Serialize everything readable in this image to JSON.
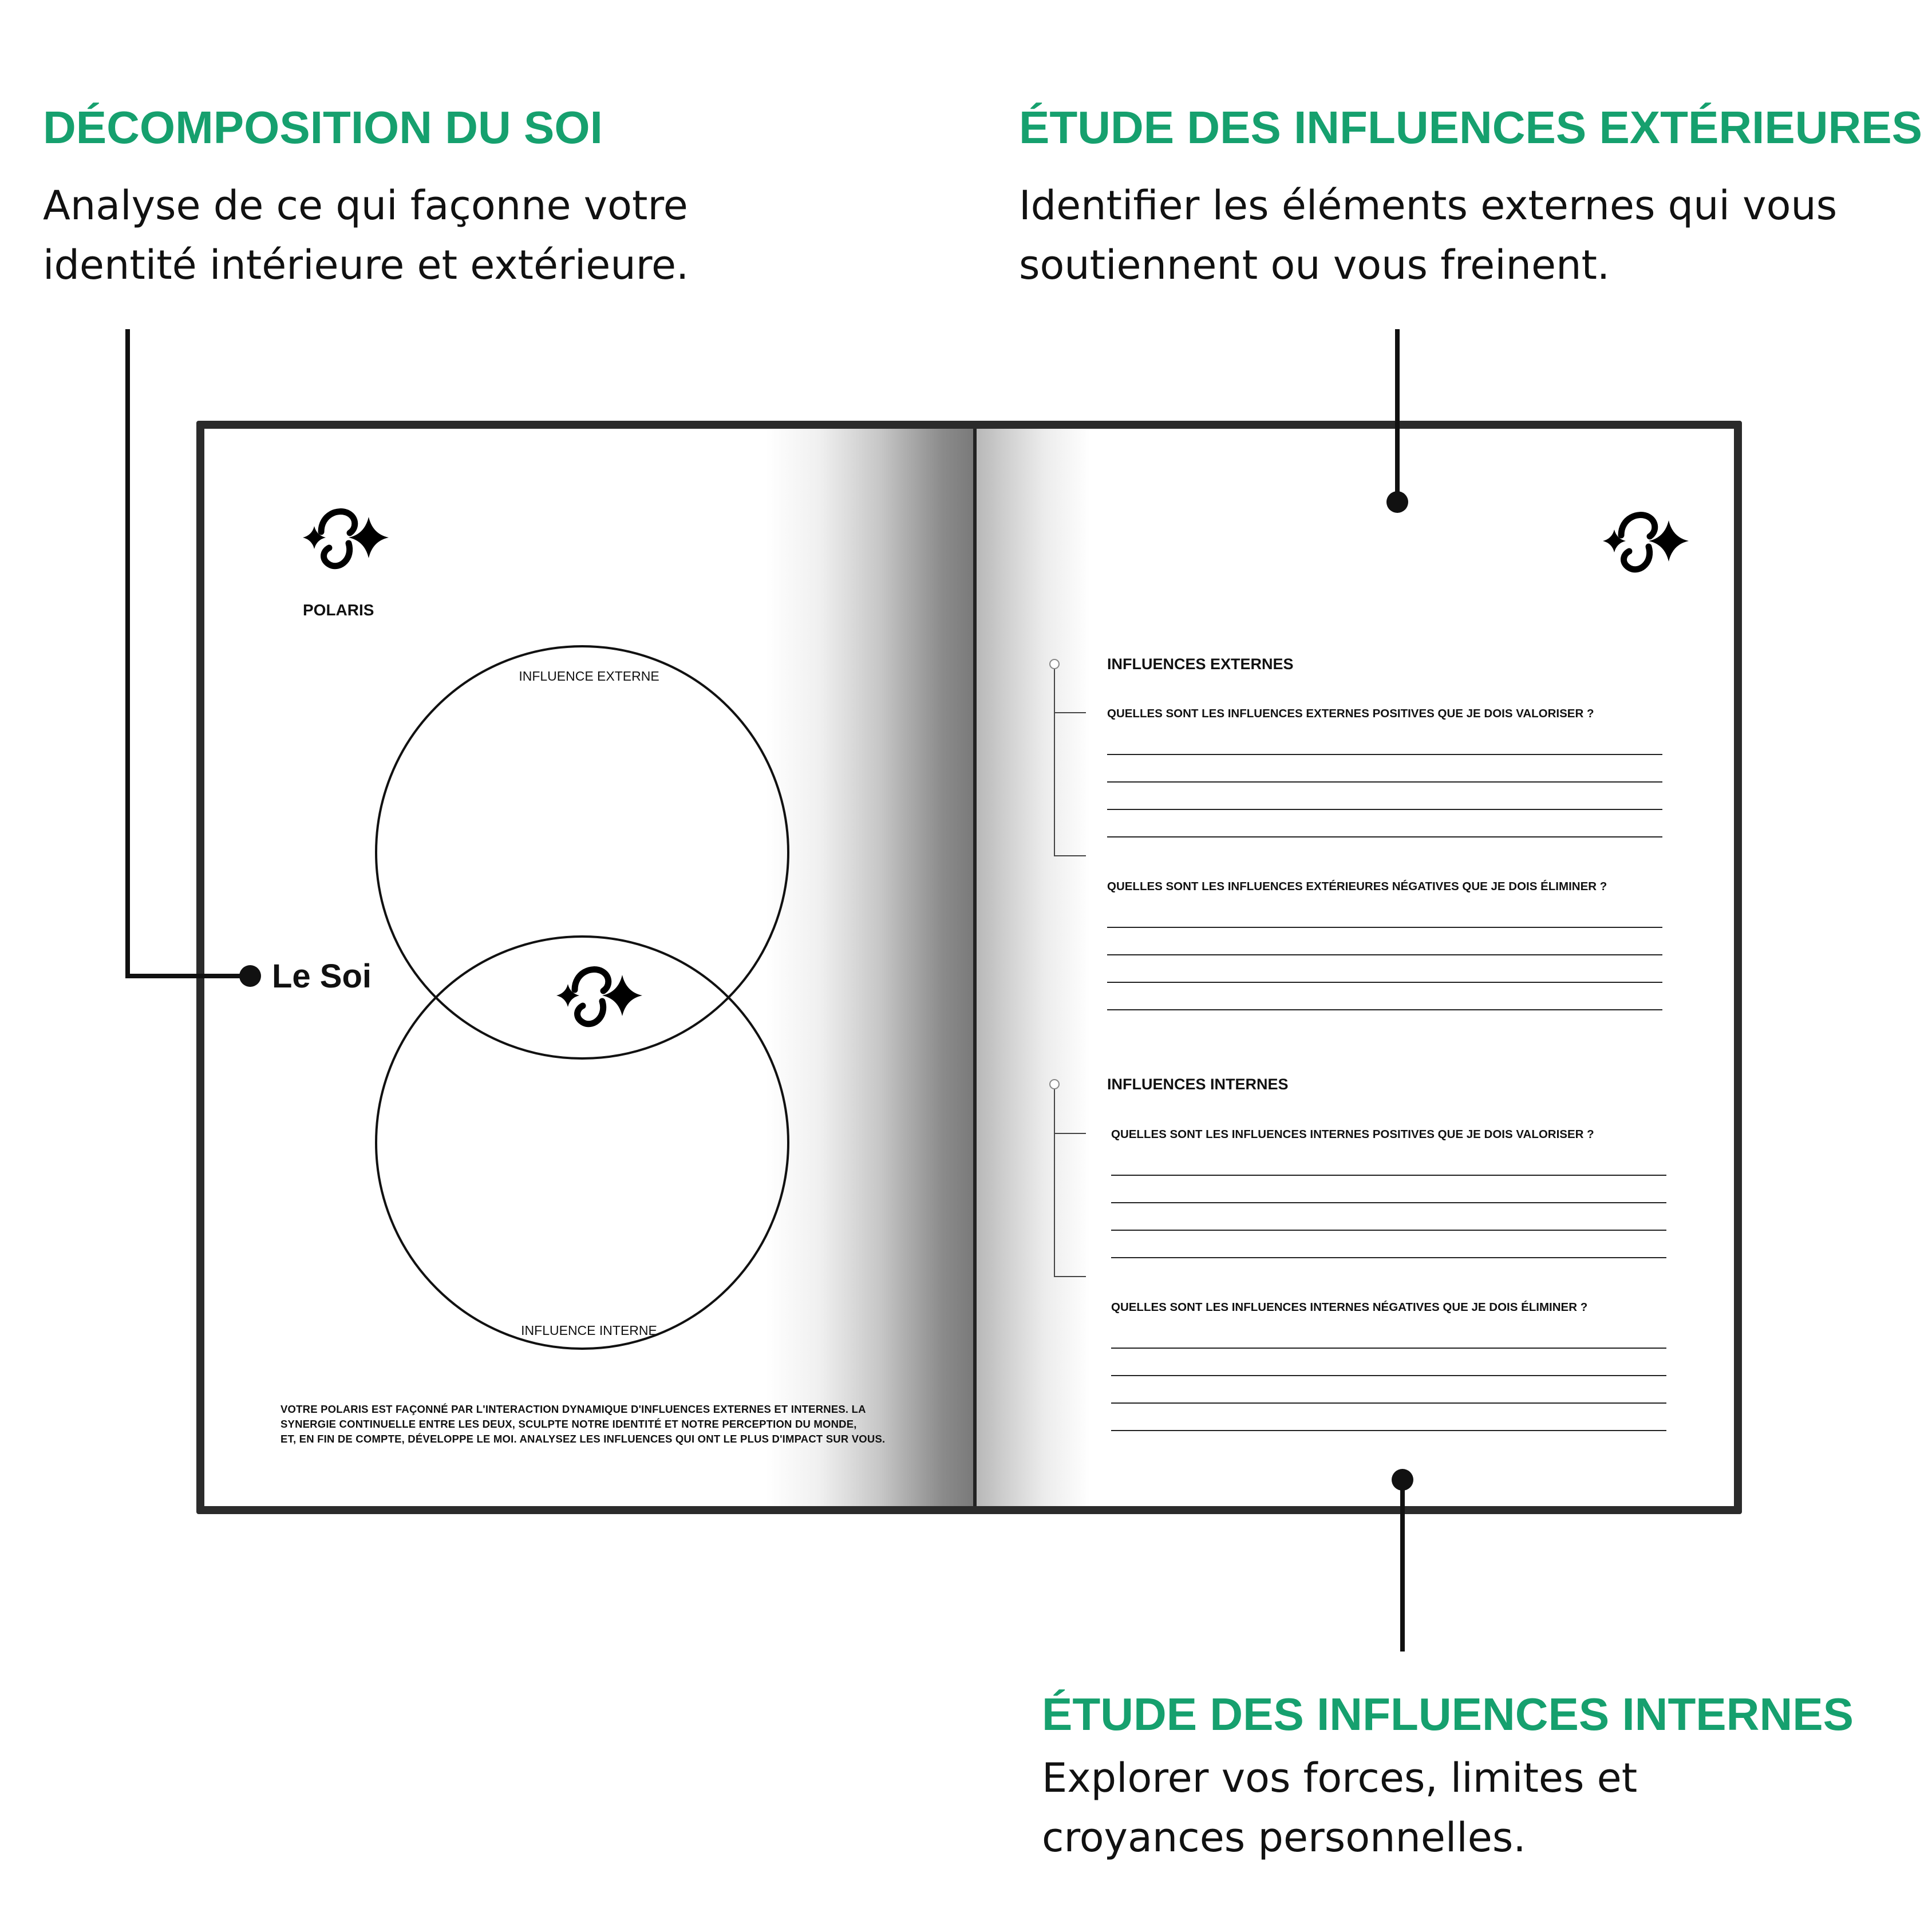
{
  "callouts": {
    "top_left": {
      "title": "DÉCOMPOSITION DU SOI",
      "desc_line1": "Analyse de ce qui façonne votre",
      "desc_line2": "identité intérieure et extérieure."
    },
    "top_right": {
      "title": "ÉTUDE DES INFLUENCES EXTÉRIEURES",
      "desc_line1": "Identifier les éléments externes qui vous",
      "desc_line2": "soutiennent ou vous freinent."
    },
    "bottom_right": {
      "title": "ÉTUDE DES INFLUENCES INTERNES",
      "desc_line1": "Explorer vos forces, limites et",
      "desc_line2": "croyances personnelles."
    },
    "le_soi": "Le Soi"
  },
  "left_page": {
    "brand": "POLARIS",
    "logo_icon": "polaris-star-logo-icon",
    "venn": {
      "top_label": "INFLUENCE EXTERNE",
      "bottom_label": "INFLUENCE INTERNE"
    },
    "footer_line1": "VOTRE POLARIS EST FAÇONNÉ PAR L'INTERACTION DYNAMIQUE D'INFLUENCES EXTERNES ET INTERNES. LA",
    "footer_line2": "SYNERGIE CONTINUELLE ENTRE LES DEUX, SCULPTE NOTRE IDENTITÉ ET NOTRE PERCEPTION DU MONDE,",
    "footer_line3": "ET, EN FIN DE COMPTE, DÉVELOPPE LE MOI. ANALYSEZ LES INFLUENCES QUI ONT LE PLUS D'IMPACT SUR VOUS."
  },
  "right_page": {
    "logo_icon": "polaris-star-logo-icon",
    "external": {
      "heading": "INFLUENCES EXTERNES",
      "q1": "QUELLES SONT LES INFLUENCES EXTERNES POSITIVES QUE JE DOIS VALORISER ?",
      "q2": "QUELLES SONT LES INFLUENCES EXTÉRIEURES NÉGATIVES QUE JE DOIS ÉLIMINER ?"
    },
    "internal": {
      "heading": "INFLUENCES INTERNES",
      "q1": "QUELLES SONT LES INFLUENCES INTERNES POSITIVES QUE JE DOIS VALORISER ?",
      "q2": "QUELLES SONT LES INFLUENCES INTERNES NÉGATIVES QUE JE DOIS ÉLIMINER ?"
    }
  },
  "colors": {
    "accent_green": "#16a06e",
    "ink": "#111111",
    "book_border": "#2b2b2b"
  }
}
